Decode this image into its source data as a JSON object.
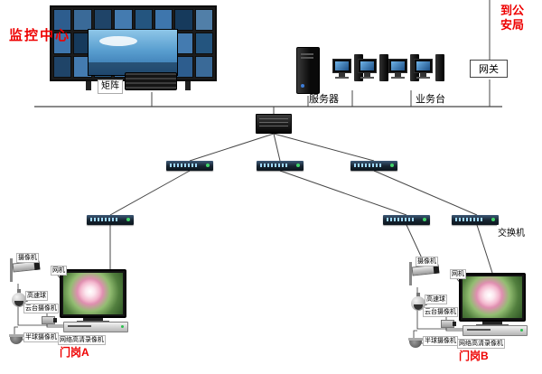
{
  "header": {
    "monitor_center": "监控中心",
    "matrix": "矩阵",
    "server": "服务器",
    "business_desk": "业务台",
    "to_police": "到公安局",
    "gateway": "网关"
  },
  "network": {
    "switch_label": "交换机"
  },
  "gates": [
    {
      "title": "门岗A",
      "camera_label": "摄像机",
      "net_label": "网机",
      "dome_label": "高速球",
      "ptz_label": "云台摄像机",
      "half_dome_label": "半球摄像机",
      "dvr_label": "网络高清录像机"
    },
    {
      "title": "门岗B",
      "camera_label": "摄像机",
      "net_label": "网机",
      "dome_label": "高速球",
      "ptz_label": "云台摄像机",
      "half_dome_label": "半球摄像机",
      "dvr_label": "网络高清录像机"
    }
  ],
  "video_wall": {
    "rows": 3,
    "cols": 8,
    "tile_palette": [
      "#2d5d8e",
      "#3e76ad",
      "#1f4468",
      "#517fa8",
      "#24557f",
      "#3a6a98",
      "#163a5c",
      "#447bb0"
    ]
  },
  "colors": {
    "accent_red": "#ee0000",
    "line": "#474747",
    "bus": "#8a8a8a"
  }
}
